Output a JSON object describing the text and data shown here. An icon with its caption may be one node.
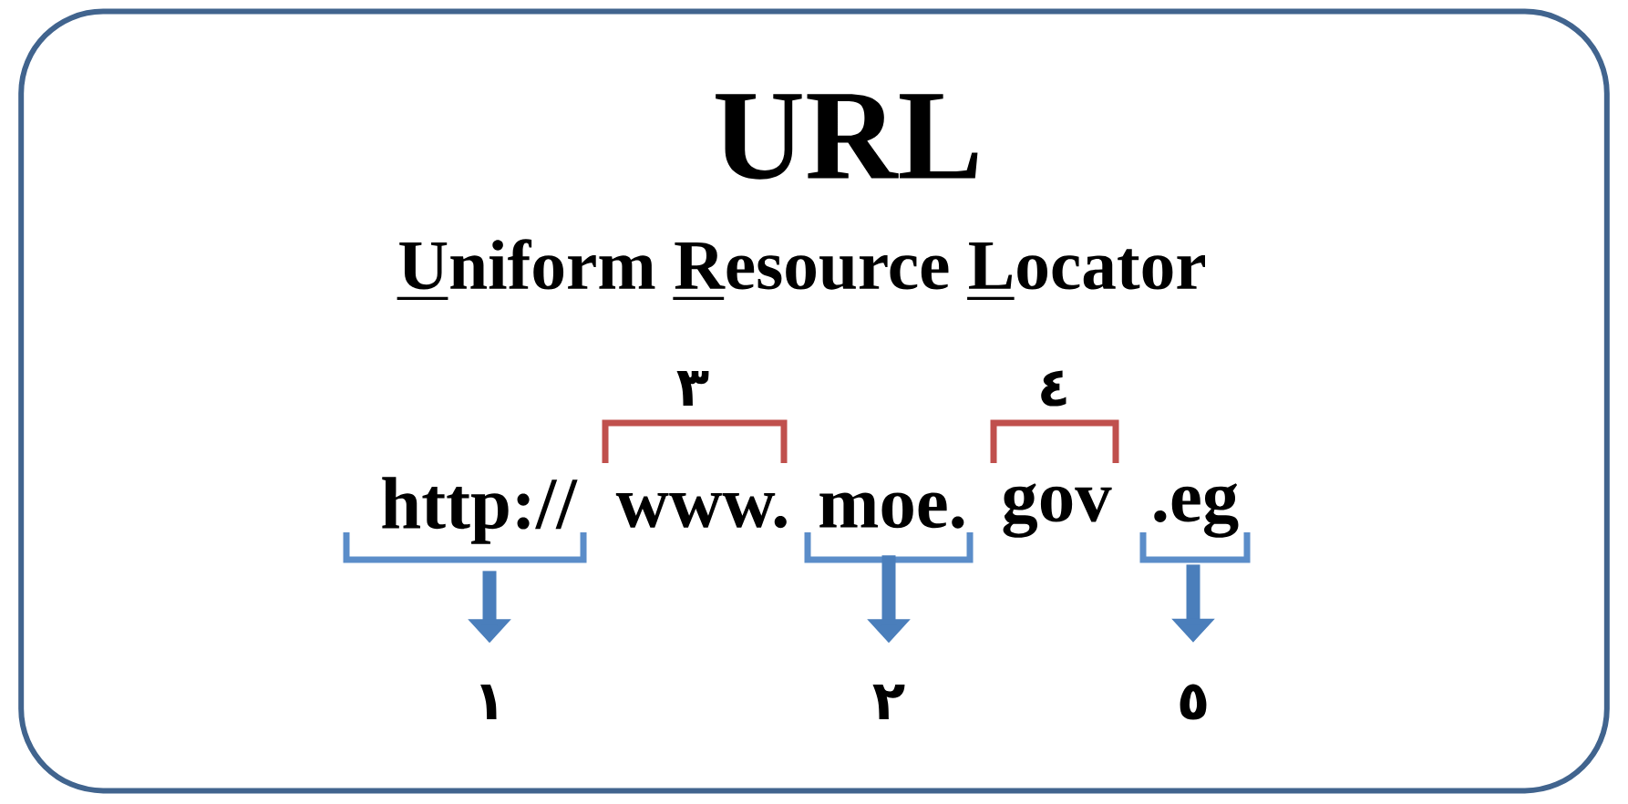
{
  "diagram": {
    "nodes": [
      {
        "text": [
          "URL",
          "Uniform Resource Locator"
        ]
      },
      {
        "text": [
          "http://"
        ],
        "in": 0
      },
      {
        "text": [
          "www."
        ],
        "in": 0
      },
      {
        "text": [
          "moe."
        ],
        "in": 0
      },
      {
        "text": [
          "gov"
        ],
        "in": 0
      },
      {
        "text": [
          ".eg"
        ],
        "in": 0
      },
      {
        "text": [
          "١"
        ],
        "in": 0
      },
      {
        "text": [
          "٢"
        ],
        "in": 0
      },
      {
        "text": [
          "٥"
        ],
        "in": 0
      }
    ],
    "edges": [
      {
        "from": 1,
        "to": 6,
        "arrow": "to"
      },
      {
        "from": 3,
        "to": 7,
        "arrow": "to"
      },
      {
        "from": 5,
        "to": 8,
        "arrow": "to"
      }
    ],
    "labels": [
      "٣",
      "٤"
    ]
  }
}
